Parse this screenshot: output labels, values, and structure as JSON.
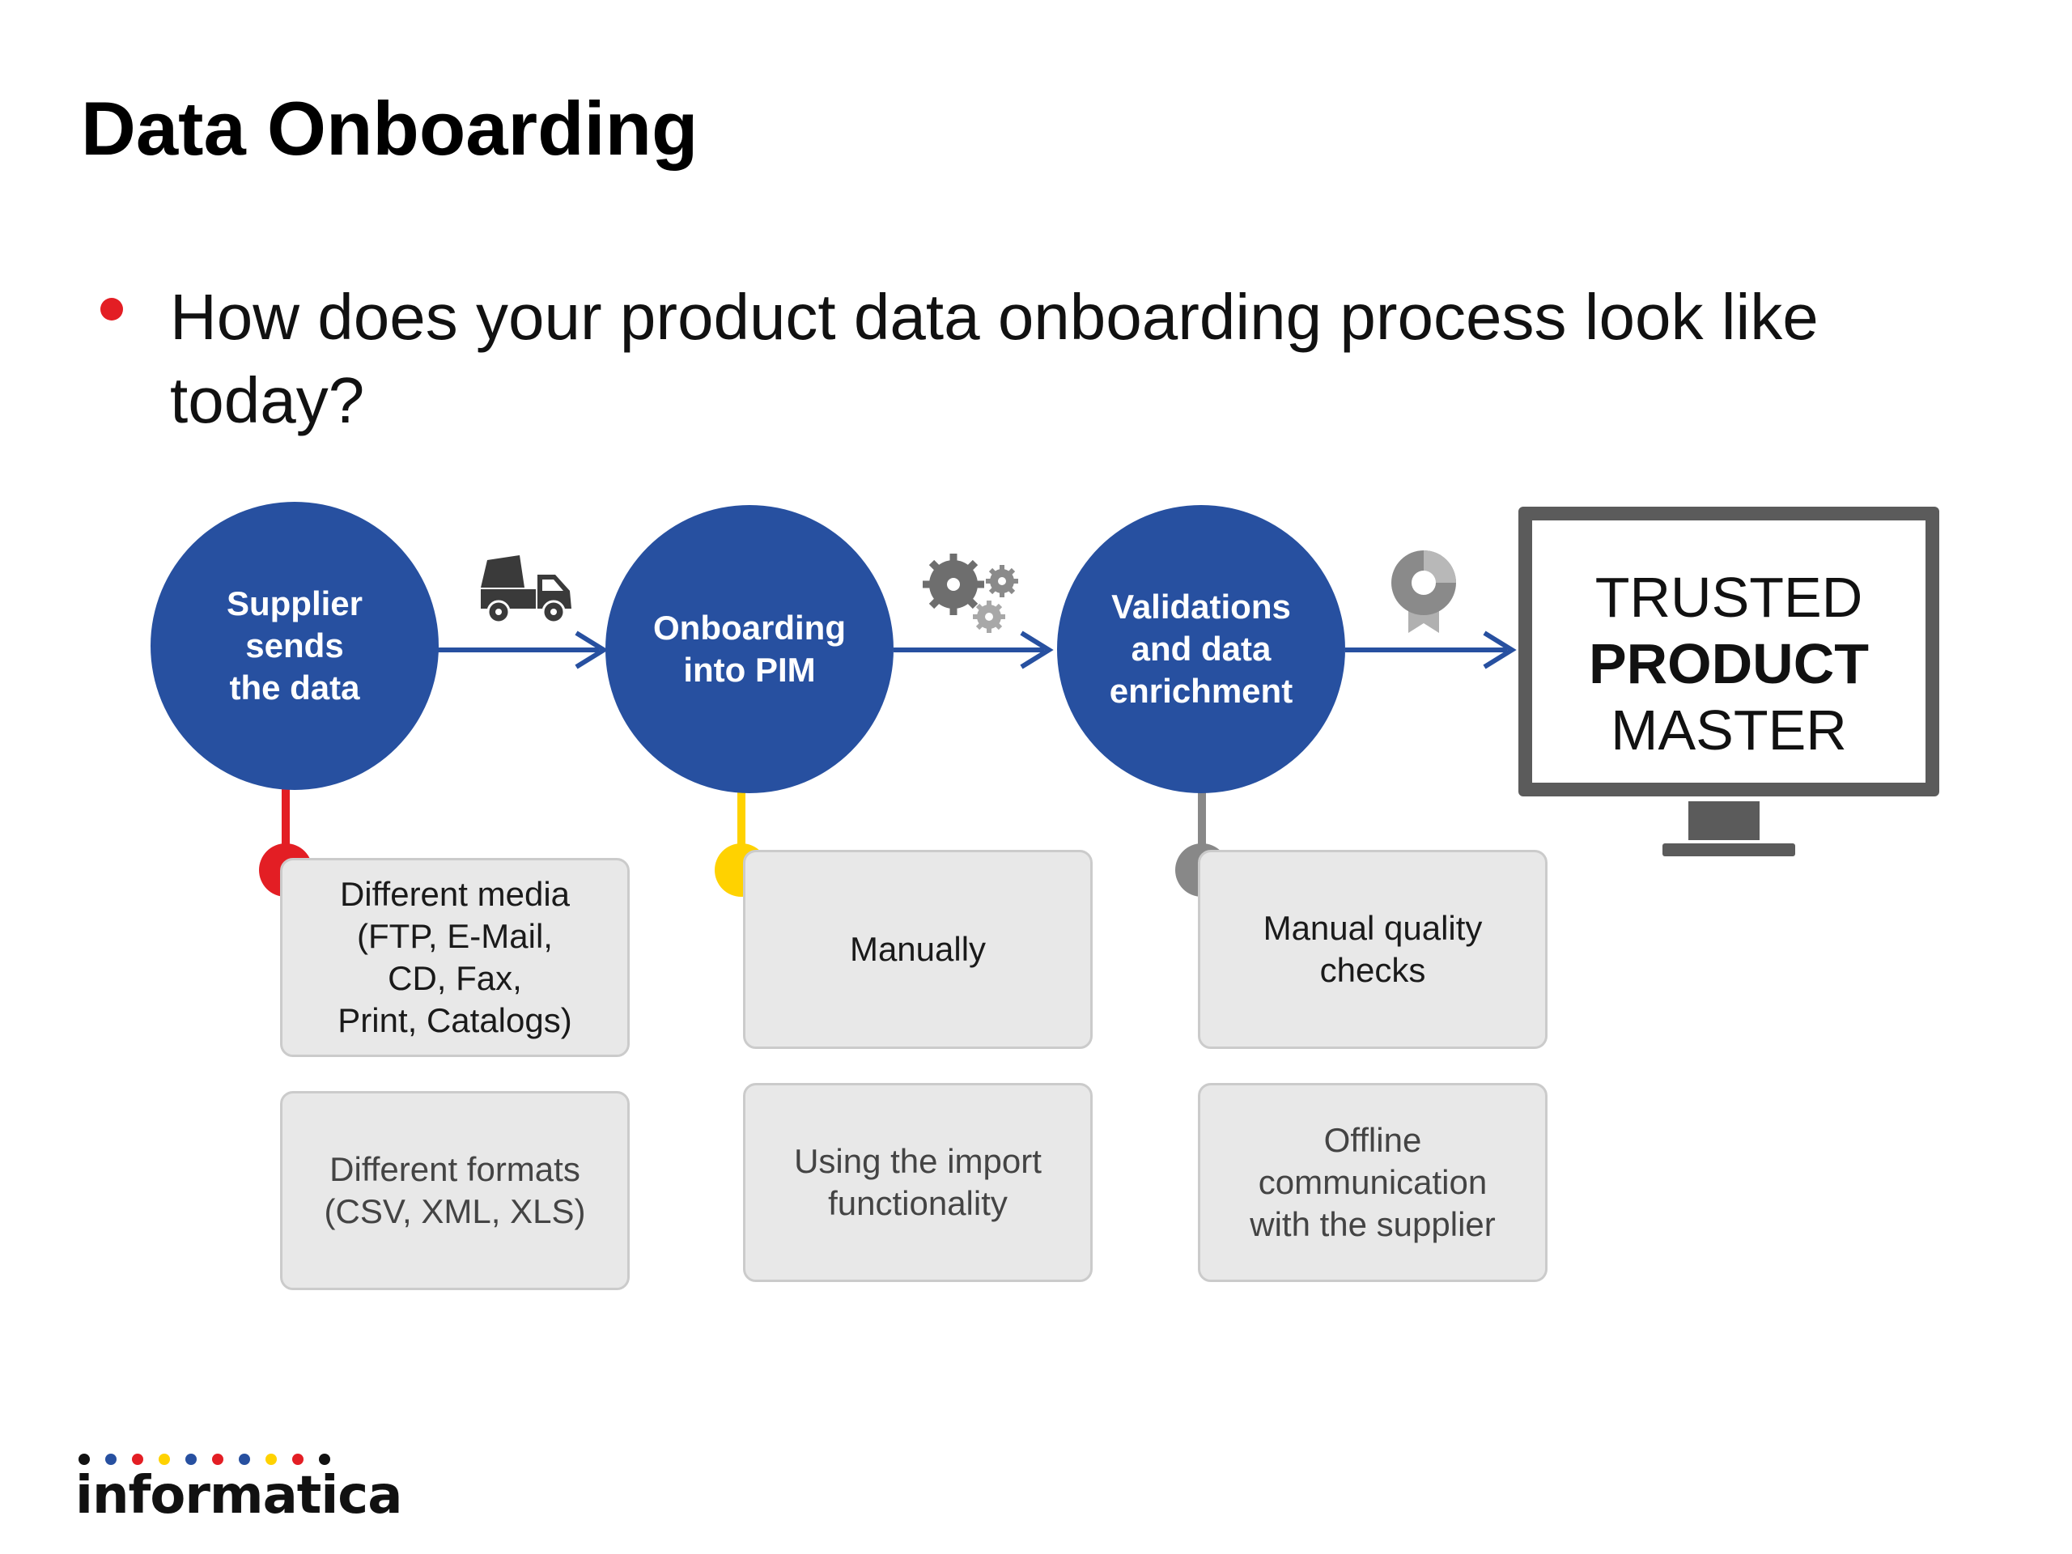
{
  "title": "Data Onboarding",
  "question": "How does your product data onboarding process look like today?",
  "steps": [
    {
      "label": "Supplier\nsends\nthe data",
      "connector_color": "#e31e24",
      "boxes": [
        "Different media\n(FTP, E-Mail,\nCD, Fax,\nPrint, Catalogs)",
        "Different formats\n(CSV, XML, XLS)"
      ]
    },
    {
      "label": "Onboarding\ninto PIM",
      "connector_color": "#ffd200",
      "boxes": [
        "Manually",
        "Using the import\nfunctionality"
      ]
    },
    {
      "label": "Validations\nand data\nenrichment",
      "connector_color": "#888888",
      "boxes": [
        "Manual quality\nchecks",
        "Offline\ncommunication\nwith the supplier"
      ]
    }
  ],
  "icons": [
    "truck-icon",
    "gears-icon",
    "award-icon",
    "monitor-icon"
  ],
  "result": {
    "line1": "TRUSTED",
    "line2": "PRODUCT",
    "line3": "MASTER"
  },
  "logo": {
    "text": "informatica",
    "dot_colors": [
      "#111111",
      "#2750a0",
      "#e31e24",
      "#ffd200",
      "#2750a0",
      "#e31e24",
      "#2750a0",
      "#ffd200",
      "#e31e24",
      "#111111"
    ]
  },
  "colors": {
    "circle": "#2750a0",
    "arrow": "#2750a0",
    "bullet": "#e31e24",
    "box_fill": "#e8e8e8",
    "monitor": "#5b5b5b"
  }
}
